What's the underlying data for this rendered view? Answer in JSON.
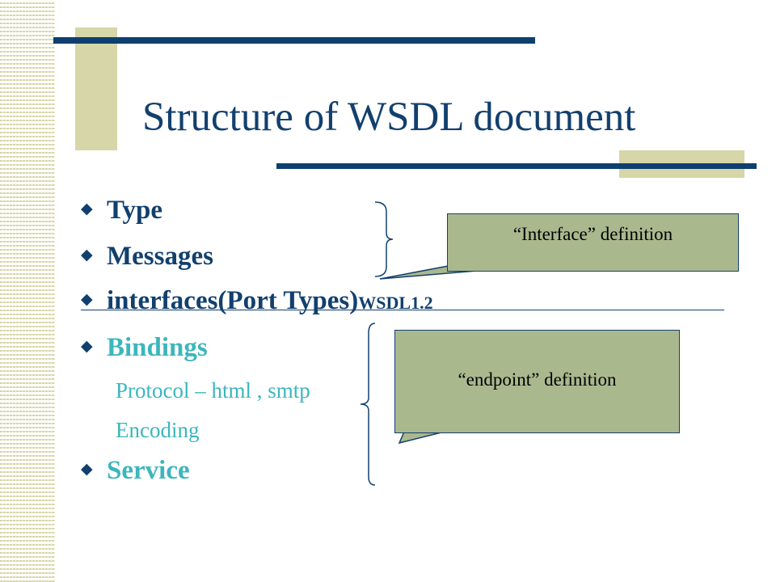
{
  "slide": {
    "title": "Structure of WSDL document",
    "items": [
      {
        "label": "Type"
      },
      {
        "label": "Messages"
      },
      {
        "label": "interfaces(Port Types)",
        "suffix": "WSDL1.2"
      },
      {
        "label": "Bindings"
      },
      {
        "label": "Service"
      }
    ],
    "sub_items": [
      "Protocol – html , smtp",
      "Encoding"
    ],
    "callouts": {
      "interface": "“Interface” definition",
      "endpoint": "“endpoint” definition"
    },
    "bullet_icon": "diamond-bullet-icon",
    "colors": {
      "title": "#12406e",
      "accent_teal": "#3cb6bc",
      "callout_fill": "#aab88e",
      "stripe": "#d6d6a8"
    }
  }
}
